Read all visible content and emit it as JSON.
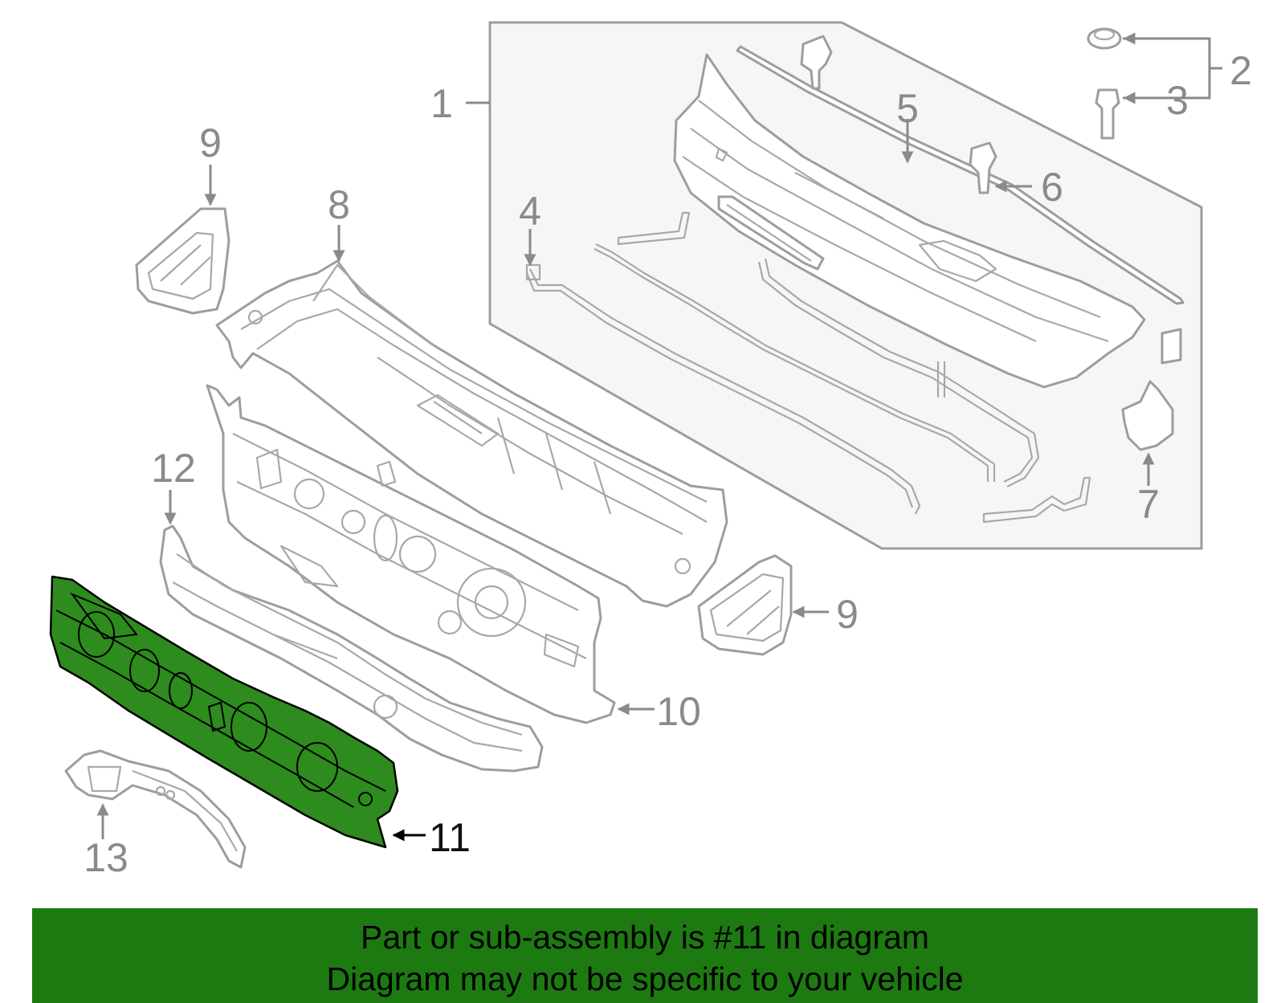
{
  "callouts": {
    "c1": "1",
    "c2": "2",
    "c3": "3",
    "c4": "4",
    "c5": "5",
    "c6": "6",
    "c7": "7",
    "c8": "8",
    "c9a": "9",
    "c9b": "9",
    "c10": "10",
    "c11": "11",
    "c12": "12",
    "c13": "13"
  },
  "highlighted_part": "11",
  "colors": {
    "highlight": "#2e8b1e",
    "banner": "#1d7a11",
    "line_art": "#9d9d9d"
  },
  "banner": {
    "line1": "Part or sub-assembly is #11 in diagram",
    "line2": "Diagram may not be specific to your vehicle"
  }
}
